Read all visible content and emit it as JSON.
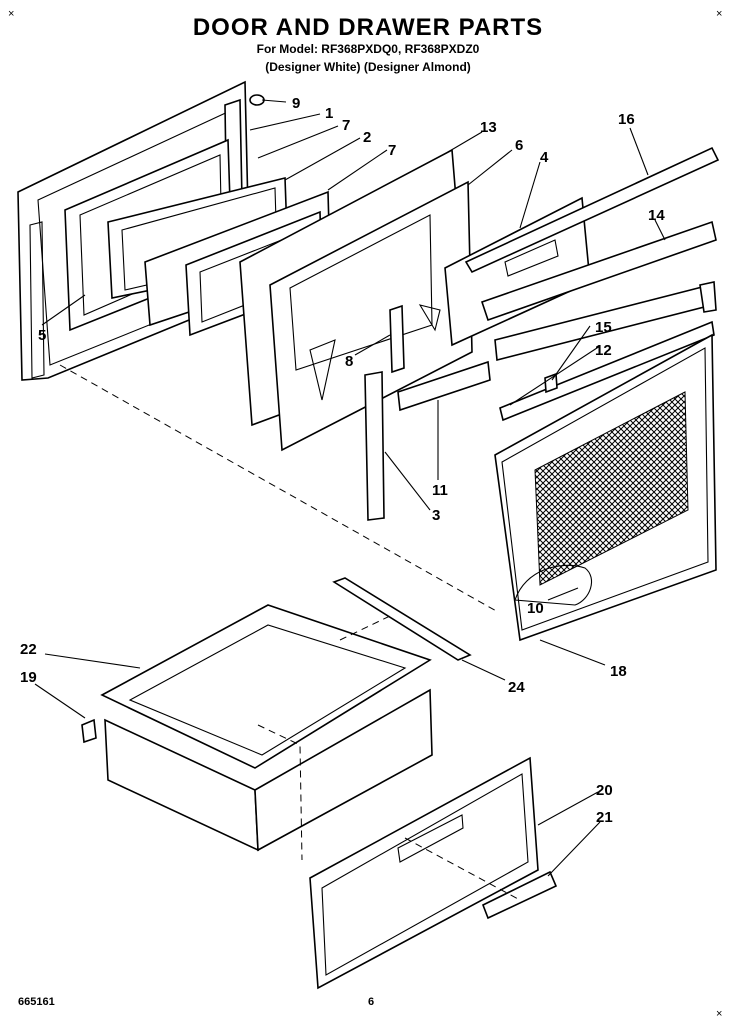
{
  "header": {
    "title": "DOOR AND DRAWER PARTS",
    "model_line": "For Model: RF368PXDQ0, RF368PXDZ0",
    "variants_line": "(Designer White)  (Designer Almond)"
  },
  "corners": {
    "top_left": "×",
    "top_right": "×",
    "bottom_right": "×"
  },
  "footer": {
    "doc_number": "665161",
    "page_number": "6"
  },
  "callouts": [
    "9",
    "1",
    "7",
    "2",
    "7",
    "13",
    "6",
    "4",
    "16",
    "14",
    "5",
    "8",
    "15",
    "12",
    "11",
    "3",
    "10",
    "18",
    "22",
    "19",
    "24",
    "20",
    "21"
  ]
}
